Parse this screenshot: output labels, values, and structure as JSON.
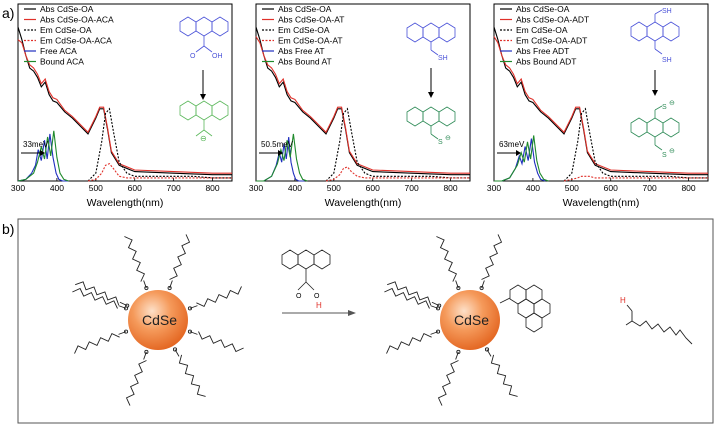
{
  "panel_labels": {
    "a": "a)",
    "b": "b)"
  },
  "axis": {
    "xlabel": "Wavelength(nm)",
    "xticks": [
      "300",
      "400",
      "500",
      "600",
      "700",
      "800"
    ]
  },
  "chart_data": [
    {
      "type": "line",
      "title": "",
      "xlabel": "Wavelength(nm)",
      "ylabel": "",
      "xlim": [
        300,
        850
      ],
      "x_ticks": [
        300,
        400,
        500,
        600,
        700,
        800
      ],
      "legend_position": "top-left",
      "annotation": "33meV",
      "series": [
        {
          "name": "Abs CdSe-OA",
          "color": "#000000",
          "dash": "solid",
          "x": [
            300,
            310,
            320,
            330,
            340,
            350,
            360,
            370,
            380,
            390,
            400,
            420,
            440,
            460,
            480,
            500,
            510,
            520,
            530,
            540,
            560,
            600,
            700,
            800,
            850
          ],
          "y": [
            0.98,
            0.9,
            0.8,
            0.72,
            0.7,
            0.66,
            0.6,
            0.63,
            0.55,
            0.51,
            0.5,
            0.44,
            0.4,
            0.35,
            0.3,
            0.4,
            0.46,
            0.46,
            0.33,
            0.18,
            0.1,
            0.06,
            0.05,
            0.04,
            0.04
          ]
        },
        {
          "name": "Abs CdSe-OA-ACA",
          "color": "#e0312a",
          "dash": "solid",
          "x": [
            300,
            310,
            320,
            330,
            340,
            350,
            360,
            370,
            380,
            390,
            400,
            420,
            440,
            460,
            480,
            500,
            510,
            520,
            530,
            540,
            560,
            600,
            700,
            800,
            850
          ],
          "y": [
            0.9,
            0.88,
            0.8,
            0.74,
            0.72,
            0.68,
            0.62,
            0.65,
            0.57,
            0.53,
            0.52,
            0.45,
            0.41,
            0.36,
            0.31,
            0.41,
            0.47,
            0.47,
            0.34,
            0.19,
            0.11,
            0.07,
            0.06,
            0.05,
            0.05
          ]
        },
        {
          "name": "Em CdSe-OA",
          "color": "#000000",
          "dash": "dotted",
          "x": [
            480,
            500,
            515,
            525,
            535,
            545,
            560,
            580,
            600,
            650,
            700,
            750,
            800,
            850
          ],
          "y": [
            0.0,
            0.05,
            0.25,
            0.43,
            0.46,
            0.32,
            0.12,
            0.05,
            0.03,
            0.03,
            0.03,
            0.03,
            0.02,
            0.02
          ]
        },
        {
          "name": "Em CdSe-OA-ACA",
          "color": "#e0312a",
          "dash": "dotted",
          "x": [
            480,
            500,
            515,
            525,
            535,
            545,
            560,
            580,
            600,
            650,
            700,
            750,
            800,
            850
          ],
          "y": [
            0.0,
            0.01,
            0.05,
            0.1,
            0.11,
            0.08,
            0.03,
            0.02,
            0.02,
            0.02,
            0.02,
            0.02,
            0.02,
            0.02
          ]
        },
        {
          "name": "Free ACA",
          "color": "#1f2fbf",
          "dash": "solid",
          "x": [
            300,
            320,
            335,
            345,
            352,
            360,
            368,
            375,
            382,
            390,
            398,
            405,
            415,
            430
          ],
          "y": [
            0.0,
            0.01,
            0.05,
            0.1,
            0.2,
            0.13,
            0.26,
            0.14,
            0.3,
            0.15,
            0.05,
            0.01,
            0.0,
            0.0
          ]
        },
        {
          "name": "Bound ACA",
          "color": "#1f8a2c",
          "dash": "solid",
          "x": [
            300,
            320,
            340,
            350,
            360,
            368,
            376,
            384,
            392,
            400,
            408,
            418,
            430
          ],
          "y": [
            0.0,
            0.01,
            0.05,
            0.12,
            0.22,
            0.14,
            0.28,
            0.16,
            0.32,
            0.15,
            0.05,
            0.01,
            0.0
          ]
        }
      ]
    },
    {
      "type": "line",
      "title": "",
      "xlabel": "Wavelength(nm)",
      "ylabel": "",
      "xlim": [
        300,
        850
      ],
      "x_ticks": [
        300,
        400,
        500,
        600,
        700,
        800
      ],
      "legend_position": "top-left",
      "annotation": "50.5meV",
      "series": [
        {
          "name": "Abs CdSe-OA",
          "color": "#000000",
          "dash": "solid",
          "x": [
            300,
            310,
            320,
            330,
            340,
            350,
            360,
            370,
            380,
            390,
            400,
            420,
            440,
            460,
            480,
            500,
            510,
            520,
            530,
            540,
            560,
            600,
            700,
            800,
            850
          ],
          "y": [
            0.98,
            0.9,
            0.8,
            0.72,
            0.7,
            0.66,
            0.6,
            0.63,
            0.55,
            0.51,
            0.5,
            0.44,
            0.4,
            0.35,
            0.3,
            0.4,
            0.46,
            0.46,
            0.33,
            0.18,
            0.1,
            0.06,
            0.05,
            0.04,
            0.04
          ]
        },
        {
          "name": "Abs CdSe-OA-AT",
          "color": "#e0312a",
          "dash": "solid",
          "x": [
            300,
            310,
            320,
            330,
            340,
            350,
            360,
            370,
            380,
            390,
            400,
            420,
            440,
            460,
            480,
            500,
            510,
            520,
            530,
            540,
            560,
            600,
            700,
            800,
            850
          ],
          "y": [
            0.92,
            0.88,
            0.8,
            0.74,
            0.72,
            0.68,
            0.62,
            0.65,
            0.57,
            0.53,
            0.52,
            0.45,
            0.41,
            0.36,
            0.31,
            0.41,
            0.47,
            0.47,
            0.34,
            0.19,
            0.11,
            0.07,
            0.06,
            0.05,
            0.05
          ]
        },
        {
          "name": "Em CdSe-OA",
          "color": "#000000",
          "dash": "dotted",
          "x": [
            480,
            500,
            515,
            525,
            535,
            545,
            560,
            580,
            600,
            650,
            700,
            750,
            800,
            850
          ],
          "y": [
            0.0,
            0.05,
            0.25,
            0.43,
            0.46,
            0.32,
            0.12,
            0.05,
            0.03,
            0.03,
            0.03,
            0.03,
            0.02,
            0.02
          ]
        },
        {
          "name": "Em CdSe-OA-AT",
          "color": "#e0312a",
          "dash": "dotted",
          "x": [
            480,
            500,
            515,
            525,
            535,
            545,
            560,
            580,
            600,
            650,
            700,
            750,
            800,
            850
          ],
          "y": [
            0.0,
            0.01,
            0.04,
            0.08,
            0.09,
            0.06,
            0.03,
            0.02,
            0.02,
            0.02,
            0.02,
            0.02,
            0.02,
            0.02
          ]
        },
        {
          "name": "Abs Free AT",
          "color": "#1f2fbf",
          "dash": "solid",
          "x": [
            300,
            320,
            340,
            352,
            360,
            366,
            372,
            378,
            384,
            390,
            396,
            402,
            410,
            425
          ],
          "y": [
            0.0,
            0.0,
            0.03,
            0.1,
            0.18,
            0.12,
            0.24,
            0.14,
            0.28,
            0.12,
            0.05,
            0.01,
            0.0,
            0.0
          ]
        },
        {
          "name": "Abs Bound AT",
          "color": "#1f8a2c",
          "dash": "solid",
          "x": [
            300,
            320,
            340,
            355,
            364,
            372,
            380,
            388,
            396,
            404,
            412,
            420,
            432
          ],
          "y": [
            0.0,
            0.0,
            0.03,
            0.11,
            0.2,
            0.13,
            0.26,
            0.15,
            0.3,
            0.14,
            0.05,
            0.01,
            0.0
          ]
        }
      ]
    },
    {
      "type": "line",
      "title": "",
      "xlabel": "Wavelength(nm)",
      "ylabel": "",
      "xlim": [
        300,
        850
      ],
      "x_ticks": [
        300,
        400,
        500,
        600,
        700,
        800
      ],
      "legend_position": "top-left",
      "annotation": "63meV",
      "series": [
        {
          "name": "Abs CdSe-OA",
          "color": "#000000",
          "dash": "solid",
          "x": [
            300,
            310,
            320,
            330,
            340,
            350,
            360,
            370,
            380,
            390,
            400,
            420,
            440,
            460,
            480,
            500,
            510,
            520,
            530,
            540,
            560,
            600,
            700,
            800,
            850
          ],
          "y": [
            0.98,
            0.9,
            0.8,
            0.72,
            0.7,
            0.66,
            0.6,
            0.63,
            0.55,
            0.51,
            0.5,
            0.44,
            0.4,
            0.35,
            0.3,
            0.4,
            0.46,
            0.46,
            0.33,
            0.18,
            0.1,
            0.06,
            0.05,
            0.04,
            0.04
          ]
        },
        {
          "name": "Abs CdSe-OA-ADT",
          "color": "#e0312a",
          "dash": "solid",
          "x": [
            300,
            310,
            320,
            330,
            340,
            350,
            360,
            370,
            380,
            390,
            400,
            420,
            440,
            460,
            480,
            500,
            510,
            520,
            530,
            540,
            560,
            600,
            700,
            800,
            850
          ],
          "y": [
            0.92,
            0.88,
            0.8,
            0.74,
            0.72,
            0.68,
            0.62,
            0.65,
            0.57,
            0.53,
            0.52,
            0.45,
            0.41,
            0.36,
            0.31,
            0.41,
            0.47,
            0.47,
            0.34,
            0.19,
            0.11,
            0.07,
            0.06,
            0.05,
            0.05
          ]
        },
        {
          "name": "Em CdSe-OA",
          "color": "#000000",
          "dash": "dotted",
          "x": [
            480,
            500,
            515,
            525,
            535,
            545,
            560,
            580,
            600,
            650,
            700,
            750,
            800,
            850
          ],
          "y": [
            0.0,
            0.05,
            0.25,
            0.43,
            0.46,
            0.32,
            0.12,
            0.05,
            0.03,
            0.03,
            0.03,
            0.03,
            0.02,
            0.02
          ]
        },
        {
          "name": "Em CdSe-OA-ADT",
          "color": "#e0312a",
          "dash": "dotted",
          "x": [
            480,
            500,
            515,
            525,
            535,
            545,
            560,
            580,
            600,
            650,
            700,
            750,
            800,
            850
          ],
          "y": [
            0.0,
            0.01,
            0.02,
            0.03,
            0.03,
            0.03,
            0.02,
            0.02,
            0.02,
            0.02,
            0.02,
            0.02,
            0.02,
            0.02
          ]
        },
        {
          "name": "Abs Free ADT",
          "color": "#1f2fbf",
          "dash": "solid",
          "x": [
            300,
            320,
            340,
            355,
            365,
            372,
            380,
            388,
            396,
            404,
            412,
            420,
            432
          ],
          "y": [
            0.0,
            0.0,
            0.02,
            0.08,
            0.16,
            0.11,
            0.22,
            0.13,
            0.27,
            0.12,
            0.05,
            0.01,
            0.0
          ]
        },
        {
          "name": "Abs Bound ADT",
          "color": "#1f8a2c",
          "dash": "solid",
          "x": [
            300,
            320,
            340,
            360,
            370,
            378,
            386,
            394,
            402,
            410,
            418,
            428,
            440
          ],
          "y": [
            0.0,
            0.0,
            0.02,
            0.1,
            0.18,
            0.12,
            0.25,
            0.14,
            0.29,
            0.13,
            0.05,
            0.01,
            0.0
          ]
        }
      ]
    }
  ],
  "molecules": {
    "a1_group": "O",
    "a1_oh": "OH",
    "a1_minus": "⊖",
    "a2_sh": "SH",
    "a2_s": "S",
    "a2_minus": "⊖",
    "a3_sh": "SH",
    "a3_s": "S",
    "a3_minus": "⊖"
  },
  "diagram_b": {
    "np_label_left": "CdSe",
    "np_label_right": "CdSe",
    "h_atom": "H",
    "free_h": "H",
    "oxygen": "O",
    "colors": {
      "nanoparticle": "#f07a34",
      "proton": "#e0312a"
    }
  }
}
